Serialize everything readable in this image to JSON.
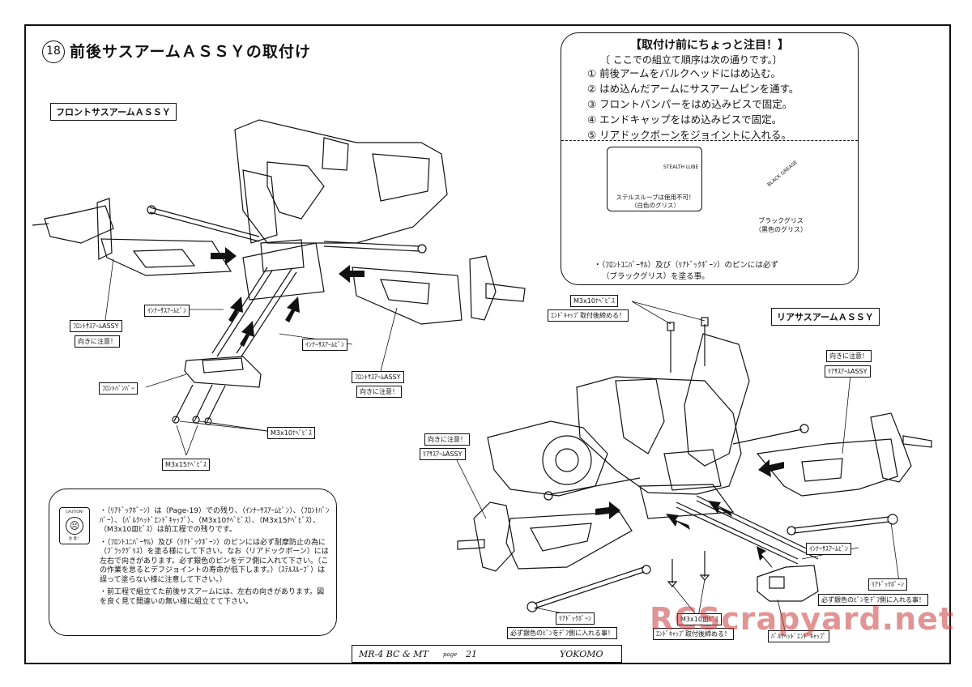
{
  "header": {
    "step_number": "18",
    "title": "前後サスアームＡＳＳＹの取付け"
  },
  "sections": {
    "front": "フロントサスアームＡＳＳＹ",
    "rear": "リアサスアームＡＳＳＹ"
  },
  "notice": {
    "heading": "【取付け前にちょっと注目！】",
    "subheading": "〔 ここでの組立て順序は次の通りです。〕",
    "steps": [
      "① 前後アームをバルクヘッドにはめ込む。",
      "② はめ込んだアームにサスアームピンを通す。",
      "③ フロントバンパーをはめ込みビスで固定。",
      "④ エンドキャップをはめ込みビスで固定。",
      "⑤ リアドックボーンをジョイントに入れる。"
    ],
    "tube_text": "STEALTH LUBE",
    "lube_caption_1": "ステルスルーブは使用不可！",
    "lube_caption_2": "（白色のグリス）",
    "grease_tube_text": "BLACK GREASE",
    "grease_caption_1": "ブラックグリス",
    "grease_caption_2": "（黒色のグリス）",
    "footnote_1": "・（ﾌﾛﾝﾄﾕﾆﾊﾞｰｻﾙ）及び（ﾘｱﾄﾞｯｸﾎﾞｰﾝ）のピンには必ず",
    "footnote_2": "（ブラックグリス）を塗る事。"
  },
  "labels": {
    "front_arm_left": "ﾌﾛﾝﾄｻｽｱｰﾑASSY",
    "front_arm_left_note": "向きに注意！",
    "inner_pin_1": "ｲﾝﾅｰｻｽｱｰﾑﾋﾟﾝ",
    "inner_pin_2": "ｲﾝﾅｰｻｽｱｰﾑﾋﾟﾝ",
    "front_bumper": "ﾌﾛﾝﾄﾊﾞﾝﾊﾟｰ",
    "front_arm_right": "ﾌﾛﾝﾄｻｽｱｰﾑASSY",
    "front_arm_right_note": "向きに注意！",
    "m3x10_front": "M3x10ﾅﾍﾞﾋﾞｽ",
    "m3x15": "M3x15ﾅﾍﾞﾋﾞｽ",
    "m3x10_rear": "M3x10ﾅﾍﾞﾋﾞｽ",
    "endcap_note_top": "ｴﾝﾄﾞｷｬｯﾌﾟ取付後締める！",
    "rear_arm_right_note": "向きに注意！",
    "rear_arm_right": "ﾘｱｻｽｱｰﾑASSY",
    "rear_arm_left_note": "向きに注意！",
    "rear_arm_left": "ﾘｱｻｽｱｰﾑASSY",
    "inner_pin_rear": "ｲﾝﾅｰｻｽｱｰﾑﾋﾟﾝ",
    "rear_dogbone_right": "ﾘｱﾄﾞｯｸﾎﾞｰﾝ",
    "dogbone_note_right": "必ず銀色のﾋﾟﾝをﾃﾞﾌ側に入れる事！",
    "rear_dogbone_left": "ﾘｱﾄﾞｯｸﾎﾞｰﾝ",
    "dogbone_note_left": "必ず銀色のﾋﾟﾝをﾃﾞﾌ側に入れる事！",
    "m3x10_flat": "M3x10皿ﾋﾞｽ",
    "endcap_note_bottom": "ｴﾝﾄﾞｷｬｯﾌﾟ取付後締める！",
    "bulkhead_endcap": "ﾊﾞﾙｸﾍｯﾄﾞｴﾝﾄﾞｷｬｯﾌﾟ"
  },
  "info": {
    "caution_label": "CAUTION!",
    "caution_sub": "注 意！",
    "para1": "・（ﾘｱﾄﾞｯｸﾎﾞｰﾝ）は（Page-19）での残り、（ｲﾝﾅｰｻｽｱｰﾑﾋﾟﾝ）、（ﾌﾛﾝﾄﾊﾞﾝﾊﾟｰ）、（ﾊﾞﾙｸﾍｯﾄﾞｴﾝﾄﾞｷｬｯﾌﾟ）、（M3x10ﾅﾍﾞﾋﾞｽ）、（M3x15ﾅﾍﾞﾋﾞｽ）、（M3x10皿ﾋﾞｽ）は前工程での残りです。",
    "para2": "・（ﾌﾛﾝﾄﾕﾆﾊﾞｰｻﾙ）及び（ﾘｱﾄﾞｯｸﾎﾞｰﾝ）のピンには必ず耐摩防止の為に（ﾌﾞﾗｯｸｸﾞﾘｽ）を塗る様にして下さい。なお（リアドックボーン）には左右で向きがあります。必ず銀色のピンをデフ側に入れて下さい。（この作業を怠るとデフジョイントの寿命が低下します。）（ｽﾃﾙｽﾙｰﾌﾞ）は誤って塗らない様に注意して下さい。）",
    "para3": "・前工程で組立てた前後サスアームには、左右の向きがあります。図を良く見て間違いの無い様に組立てて下さい。"
  },
  "footer": {
    "model": "MR-4 BC & MT",
    "page_label": "page",
    "page_number": "21",
    "brand": "YOKOMO"
  },
  "watermark": "RCScrapyard.net"
}
